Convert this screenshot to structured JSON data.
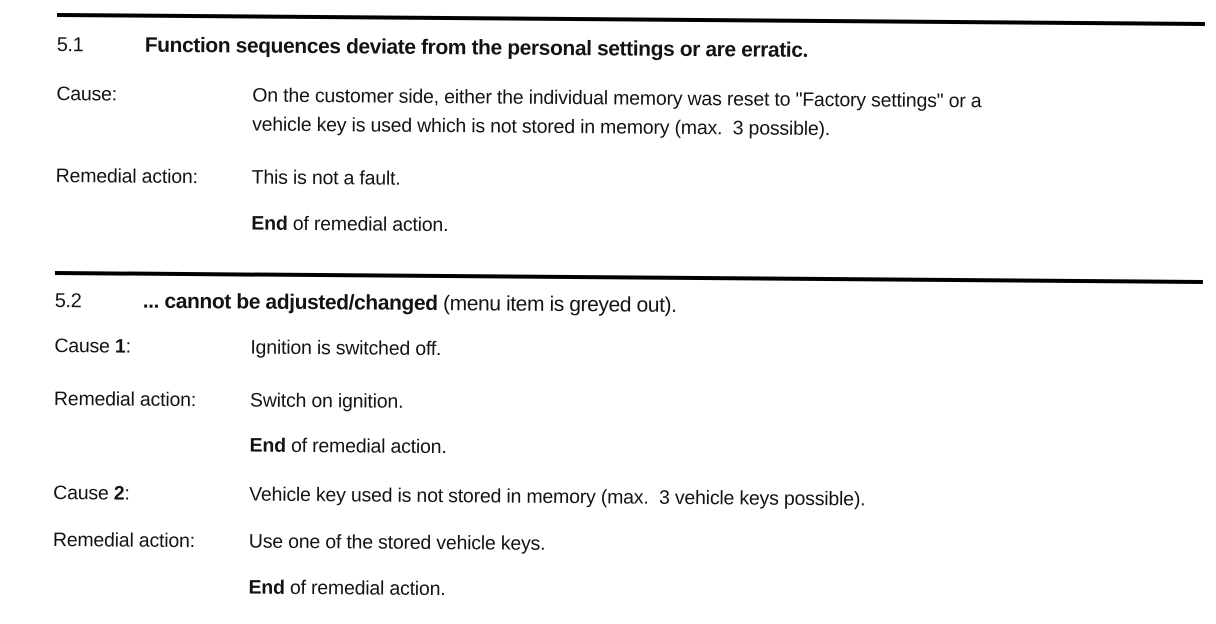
{
  "document": {
    "sections": [
      {
        "number": "5.1",
        "title_bold": "Function sequences deviate from the personal settings or are erratic.",
        "title_regular": "",
        "rows": [
          {
            "label_pre": "Cause:",
            "label_bold": "",
            "label_post": "",
            "body_bold": "",
            "line1": "On the customer side, either the individual memory was reset to \"Factory settings\" or a",
            "line2": "vehicle key is used which is not stored in memory (max.  3 possible)."
          },
          {
            "label_pre": "Remedial action:",
            "label_bold": "",
            "label_post": "",
            "body_bold": "",
            "line1": "This is not a fault.",
            "line2": ""
          },
          {
            "label_pre": "",
            "label_bold": "",
            "label_post": "",
            "body_bold": "End",
            "line1": " of remedial action.",
            "line2": ""
          }
        ]
      },
      {
        "number": "5.2",
        "title_bold": "... cannot be adjusted/changed",
        "title_regular": " (menu item is greyed out).",
        "rows": [
          {
            "label_pre": "Cause ",
            "label_bold": "1",
            "label_post": ":",
            "body_bold": "",
            "line1": "Ignition is switched off.",
            "line2": ""
          },
          {
            "label_pre": "Remedial action:",
            "label_bold": "",
            "label_post": "",
            "body_bold": "",
            "line1": "Switch on ignition.",
            "line2": ""
          },
          {
            "label_pre": "",
            "label_bold": "",
            "label_post": "",
            "body_bold": "End",
            "line1": " of remedial action.",
            "line2": ""
          },
          {
            "label_pre": "Cause ",
            "label_bold": "2",
            "label_post": ":",
            "body_bold": "",
            "line1": "Vehicle key used is not stored in memory (max.  3 vehicle keys possible).",
            "line2": ""
          },
          {
            "label_pre": "Remedial action:",
            "label_bold": "",
            "label_post": "",
            "body_bold": "",
            "line1": "Use one of the stored vehicle keys.",
            "line2": ""
          },
          {
            "label_pre": "",
            "label_bold": "",
            "label_post": "",
            "body_bold": "End",
            "line1": " of remedial action.",
            "line2": ""
          }
        ]
      }
    ]
  }
}
